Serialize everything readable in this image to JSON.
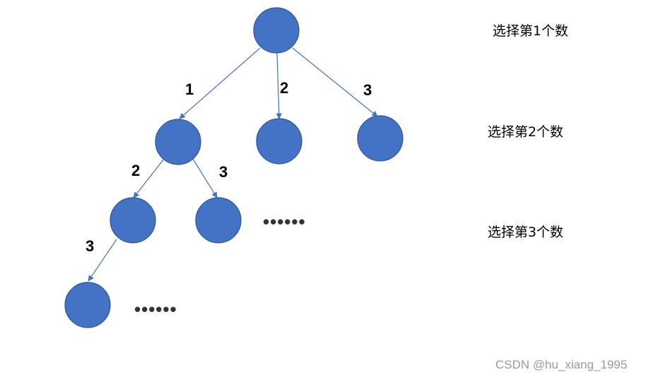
{
  "levels": [
    "选择第1个数",
    "选择第2个数",
    "选择第3个数"
  ],
  "edge_labels": {
    "root_to_a": "1",
    "root_to_b": "2",
    "root_to_c": "3",
    "a_to_d": "2",
    "a_to_e": "3",
    "d_to_f": "3"
  },
  "ellipsis": {
    "row3": "••••••",
    "row4": "••••••"
  },
  "watermark": "CSDN @hu_xiang_1995",
  "colors": {
    "node_fill": "#4472C4",
    "node_stroke": "#2F5597",
    "edge": "#4472C4"
  }
}
